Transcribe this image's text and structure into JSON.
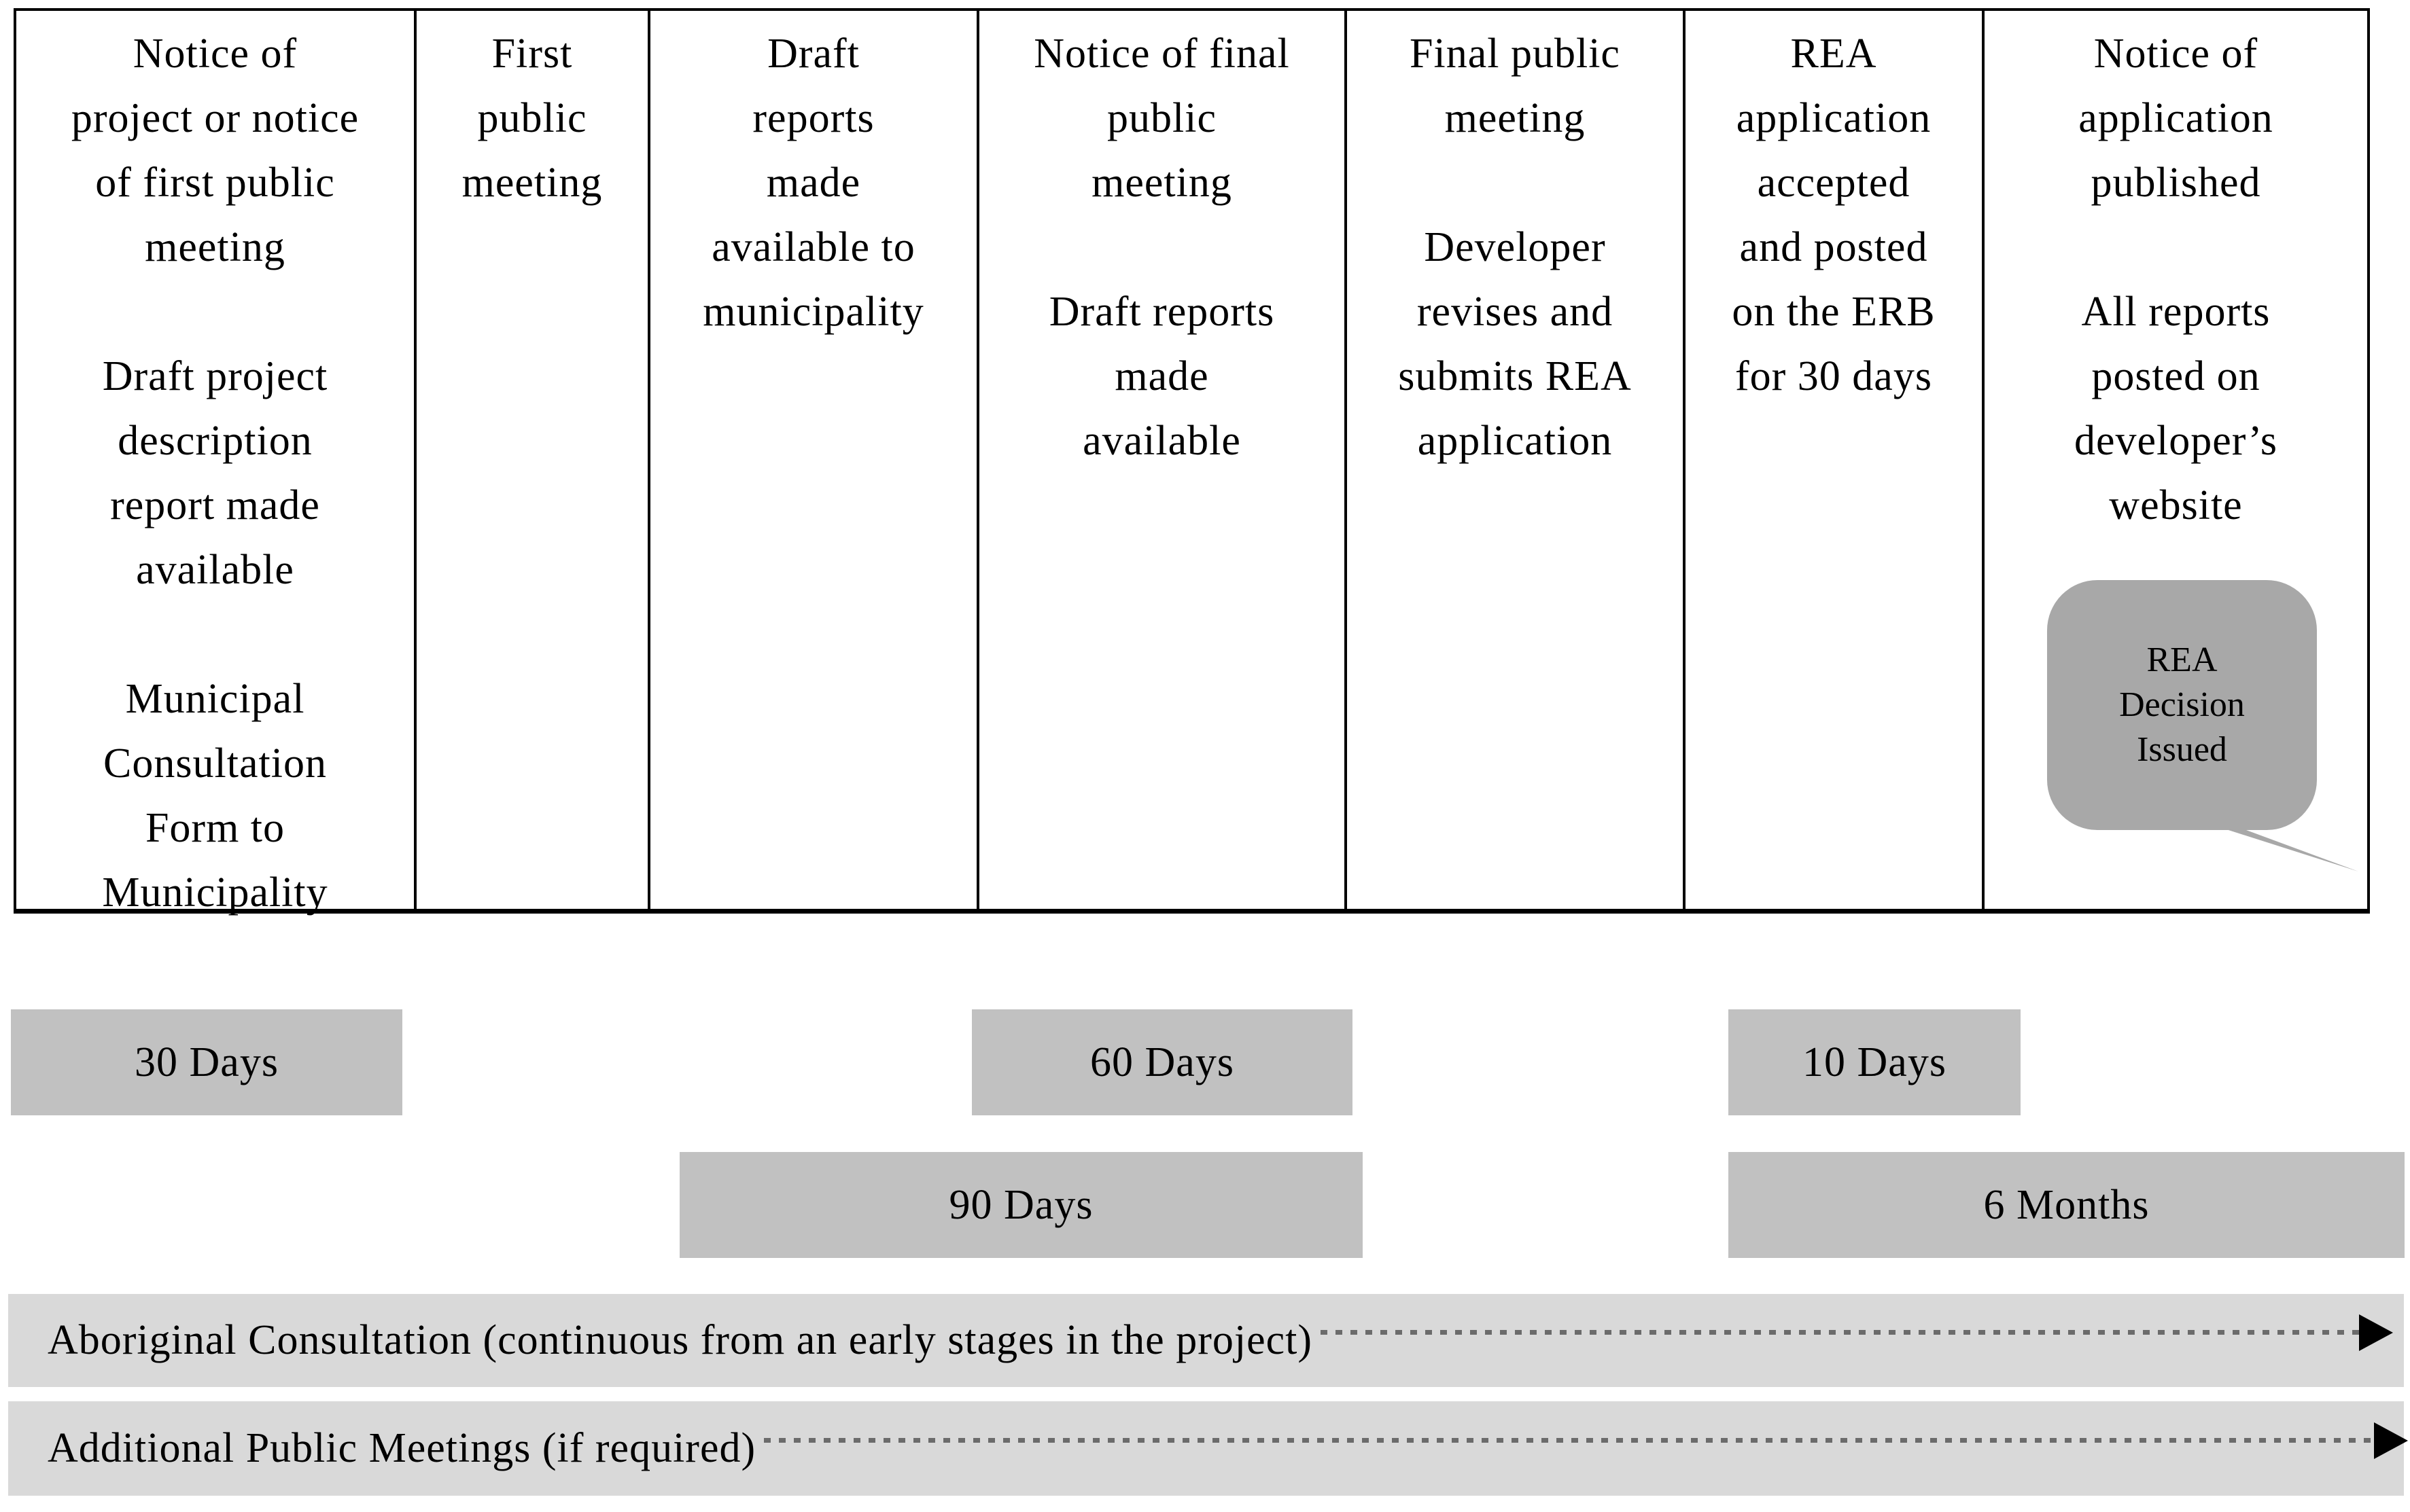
{
  "colors": {
    "background": "#ffffff",
    "table_border": "#000000",
    "bar_fill": "#c1c1c1",
    "band_fill": "#d9d9d9",
    "bubble_fill": "#a8a8a8",
    "dotted_line": "#6b6b6b",
    "arrow": "#000000",
    "text": "#000000"
  },
  "table": {
    "columns": [
      {
        "text": "Notice of\nproject or notice\nof first public\nmeeting\n\nDraft project\ndescription\nreport made\navailable\n\nMunicipal\nConsultation\nForm to\nMunicipality"
      },
      {
        "text": "First\npublic\nmeeting"
      },
      {
        "text": "Draft\nreports\nmade\navailable to\nmunicipality"
      },
      {
        "text": "Notice of final\npublic\nmeeting\n\nDraft reports\nmade\navailable"
      },
      {
        "text": "Final public\nmeeting\n\nDeveloper\nrevises and\nsubmits REA\napplication"
      },
      {
        "text": "REA\napplication\naccepted\nand posted\non the ERB\nfor 30 days"
      },
      {
        "text": "Notice of\napplication\npublished\n\nAll reports\nposted on\ndeveloper’s\nwebsite"
      }
    ]
  },
  "bubble": {
    "text": "REA\nDecision\nIssued"
  },
  "timeline_bars": {
    "row1": [
      {
        "label": "30 Days"
      },
      {
        "label": "60 Days"
      },
      {
        "label": "10 Days"
      }
    ],
    "row2": [
      {
        "label": "90 Days"
      },
      {
        "label": "6 Months"
      }
    ]
  },
  "bands": [
    {
      "label": "Aboriginal Consultation (continuous from an early stages in the project)"
    },
    {
      "label": "Additional Public Meetings (if required)"
    }
  ]
}
